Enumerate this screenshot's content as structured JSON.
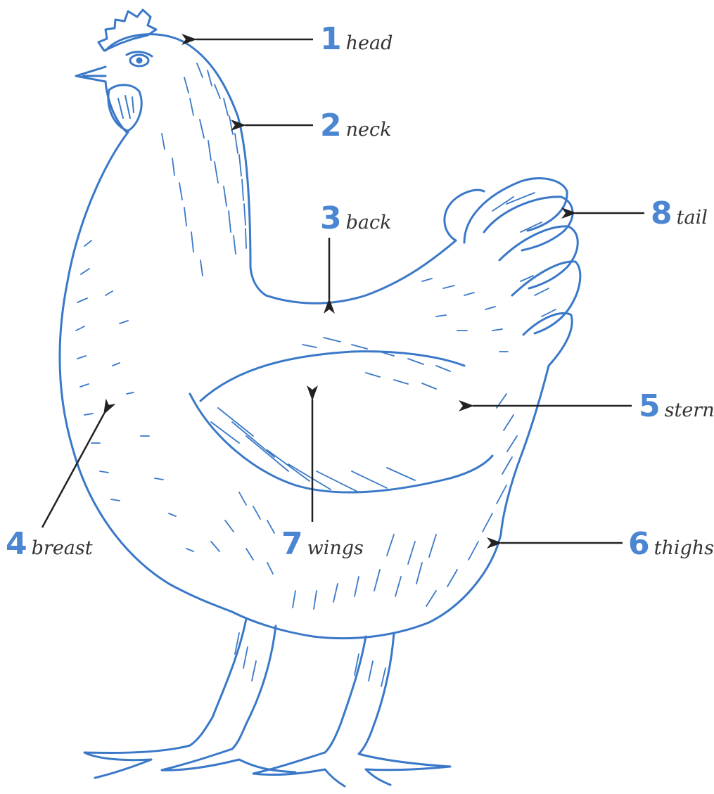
{
  "colors": {
    "ink": "#3a78c8",
    "number": "#4a86d1",
    "label": "#333333",
    "arrow": "#222222",
    "background": "#ffffff"
  },
  "labels": [
    {
      "id": "head",
      "number": "1",
      "text": "head"
    },
    {
      "id": "neck",
      "number": "2",
      "text": "neck"
    },
    {
      "id": "back",
      "number": "3",
      "text": "back"
    },
    {
      "id": "breast",
      "number": "4",
      "text": "breast"
    },
    {
      "id": "stern",
      "number": "5",
      "text": "stern"
    },
    {
      "id": "thighs",
      "number": "6",
      "text": "thighs"
    },
    {
      "id": "wings",
      "number": "7",
      "text": "wings"
    },
    {
      "id": "tail",
      "number": "8",
      "text": "tail"
    }
  ],
  "illustration": {
    "subject": "hen",
    "style": "blue line engraving"
  }
}
